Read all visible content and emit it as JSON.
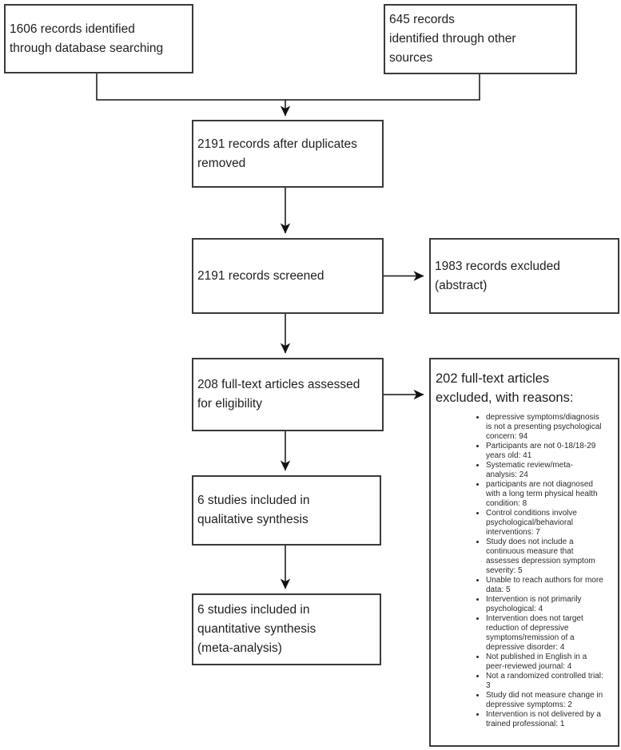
{
  "flowchart": {
    "boxes": {
      "records_database": "1606 records identified\nthrough database searching",
      "records_other": "645 records\nidentified through other\nsources",
      "after_duplicates": "2191 records after duplicates\nremoved",
      "screened": "2191 records screened",
      "excluded_abstract": "1983 records excluded\n(abstract)",
      "fulltext_assessed": "208 full-text articles assessed\nfor eligibility",
      "fulltext_excluded_heading": "202 full-text articles\nexcluded, with reasons:",
      "qualitative": "6 studies included in\nqualitative synthesis",
      "quantitative": "6 studies included in\nquantitative synthesis\n(meta-analysis)"
    },
    "exclusion_reasons": [
      "depressive symptoms/diagnosis\nis not a presenting psychological\nconcern: 94",
      "Participants are not 0-18/18-29\nyears old: 41",
      "Systematic review/meta-\nanalysis: 24",
      "participants are not diagnosed\nwith a long term physical health\ncondition: 8",
      "Control conditions involve\npsychological/behavioral\ninterventions: 7",
      "Study does not include a\ncontinuous measure that\nassesses depression symptom\nseverity: 5",
      "Unable to reach authors for more\ndata: 5",
      "Intervention is not primarily\npsychological: 4",
      "Intervention does not target\nreduction of depressive\nsymptoms/remission of a\ndepressive disorder: 4",
      "Not published in English in a\npeer-reviewed journal: 4",
      "Not a randomized controlled trial:\n3",
      "Study did not measure change in\ndepressive symptoms: 2",
      "Intervention is not delivered by a\ntrained professional: 1"
    ],
    "colors": {
      "background": "#ffffff",
      "box_border": "#3a3a3a",
      "line": "#111111",
      "text": "#1f1f1f"
    }
  }
}
